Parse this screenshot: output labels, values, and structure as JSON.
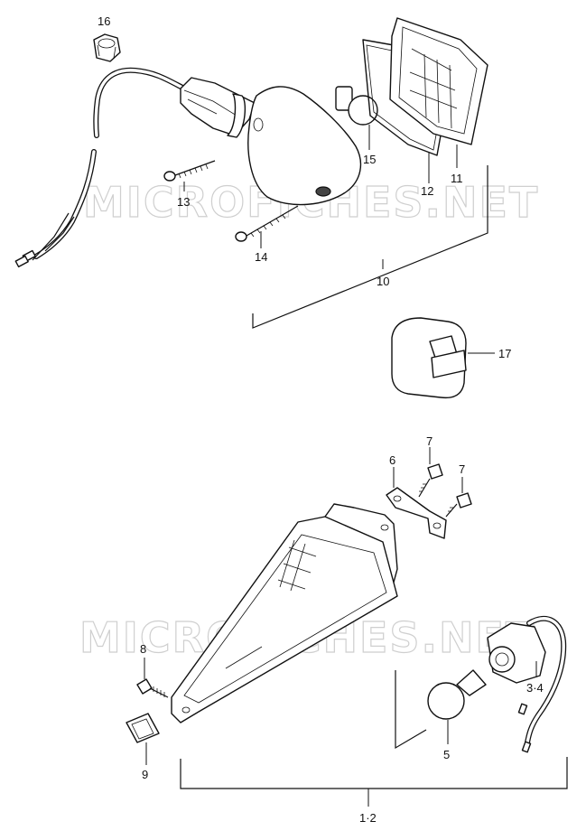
{
  "watermarks": [
    "MICROFICHES.NET",
    "MICROFICHES.NET"
  ],
  "callouts": {
    "c16": "16",
    "c15": "15",
    "c13": "13",
    "c12": "12",
    "c11": "11",
    "c14": "14",
    "c10": "10",
    "c17": "17",
    "c6": "6",
    "c7a": "7",
    "c7b": "7",
    "c8": "8",
    "c9": "9",
    "c34": "3·4",
    "c5": "5",
    "c12b": "1·2"
  }
}
